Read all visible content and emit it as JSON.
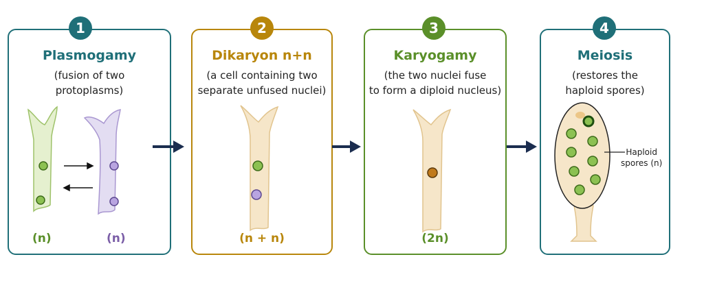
{
  "colors": {
    "teal": "#1f6f78",
    "gold": "#b8860b",
    "green": "#5a8f29",
    "navy": "#1b2d4f",
    "purple": "#7b5ea7",
    "green_nucleus": "#8cc152",
    "purple_nucleus": "#b8a4e0",
    "orange_nucleus": "#c07a1c"
  },
  "steps": [
    {
      "number": "1",
      "title": "Plasmogamy",
      "subtitle": "(fusion of two\nprotoplasms)",
      "ploidy_left": "(n)",
      "ploidy_right": "(n)"
    },
    {
      "number": "2",
      "title": "Dikaryon n+n",
      "subtitle": "(a cell containing two\nseparate unfused nuclei)",
      "ploidy": "(n + n)"
    },
    {
      "number": "3",
      "title": "Karyogamy",
      "subtitle": "(the two nuclei fuse\nto form a diploid nucleus)",
      "ploidy": "(2n)"
    },
    {
      "number": "4",
      "title": "Meiosis",
      "subtitle": "(restores the\nhaploid spores)",
      "spore_label": "Haploid\nspores (n)"
    }
  ]
}
